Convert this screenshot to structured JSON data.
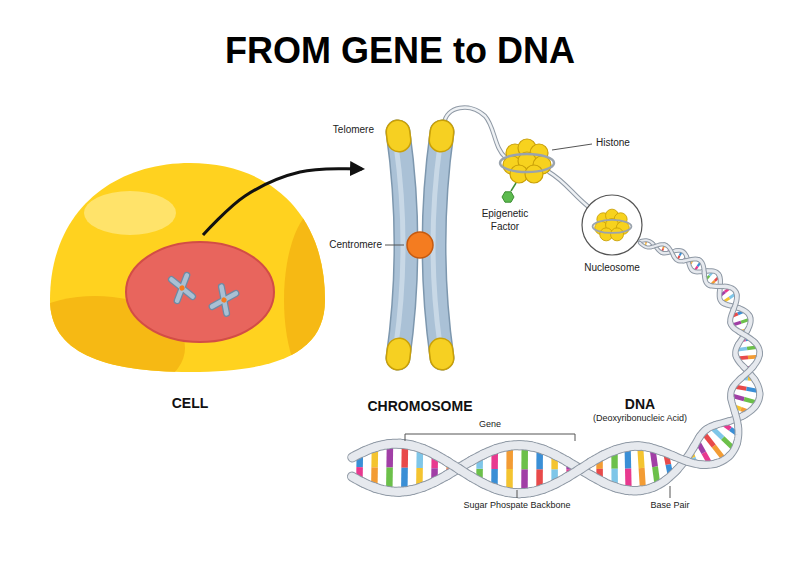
{
  "diagram": {
    "title": "FROM GENE to DNA",
    "nodes": [
      {
        "text": [
          "CELL"
        ]
      },
      {
        "text": [
          "CHROMOSOME"
        ]
      }
    ],
    "edges": [
      {
        "from": 0,
        "to": 1,
        "arrow": "to"
      }
    ],
    "labels": [
      "Telomere",
      "Centromere",
      "Histone",
      "Epigenetic Factor",
      "Nucleosome",
      "DNA",
      "(Deoxyribonucleic Acid)",
      "Gene",
      "Sugar Phospate Backbone",
      "Base Pair"
    ]
  }
}
